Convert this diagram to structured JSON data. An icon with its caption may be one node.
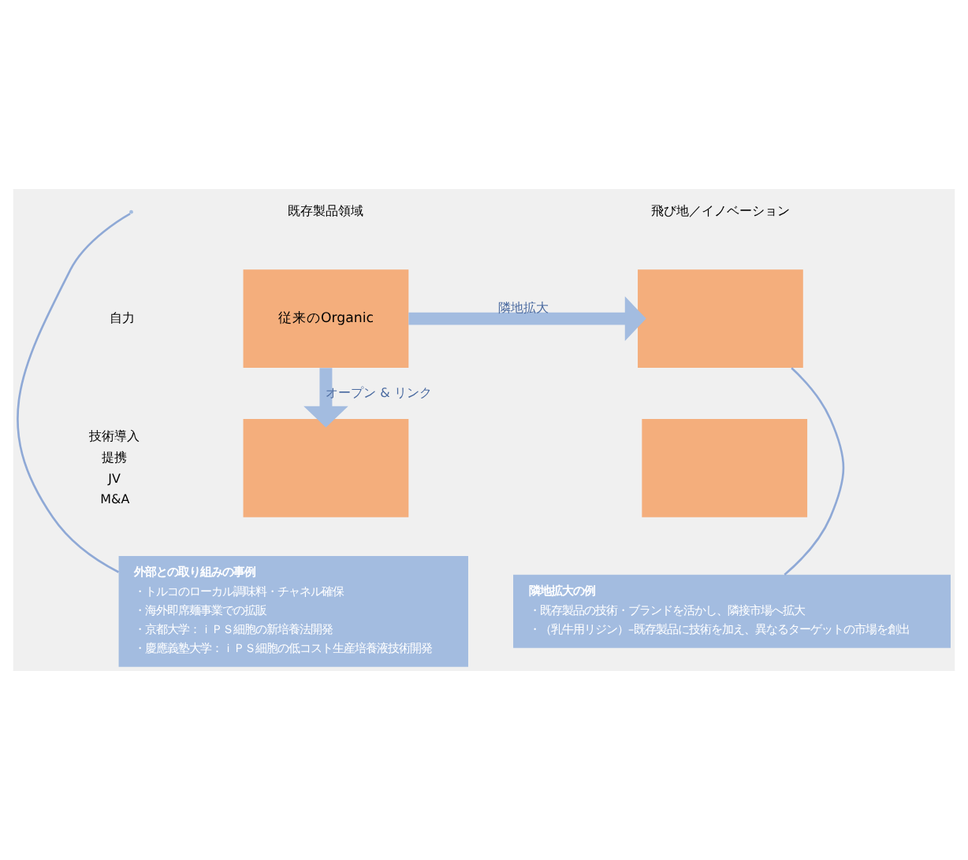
{
  "diagram": {
    "nodes": [
      {
        "text": [
          "従来のOrganic"
        ]
      },
      {
        "text": [],
        "shape": "box"
      },
      {
        "text": [],
        "shape": "box"
      },
      {
        "text": [],
        "shape": "box"
      },
      {
        "text": [
          "外部との取り組みの事例",
          "・トルコのローカル調味料・チャネル確保",
          "・海外即席麺事業での拡販",
          "・京都大学：ｉＰＳ細胞の新培養法開発",
          "・慶應義塾大学：ｉＰＳ細胞の低コスト生産培養液技術開発"
        ]
      },
      {
        "text": [
          "隣地拡大の例",
          "・既存製品の技術・ブランドを活かし、隣接市場へ拡大",
          "・（乳牛用リジン）–既存製品に技術を加え、異なるターゲットの市場を創出"
        ]
      }
    ],
    "edges": [
      {
        "from": 0,
        "to": 1,
        "arrow": "to",
        "label": "隣地拡大",
        "style": "thick"
      },
      {
        "from": 0,
        "to": 2,
        "arrow": "to",
        "label": "オープン & リンク",
        "style": "thick"
      },
      {
        "from": 4,
        "to": null,
        "arrow": "none"
      },
      {
        "from": 5,
        "to": 1,
        "arrow": "none"
      }
    ],
    "labels": [
      "既存製品領域",
      "飛び地／イノベーション",
      "自力",
      "技術導入",
      "提携",
      "JV",
      "M&A"
    ]
  }
}
